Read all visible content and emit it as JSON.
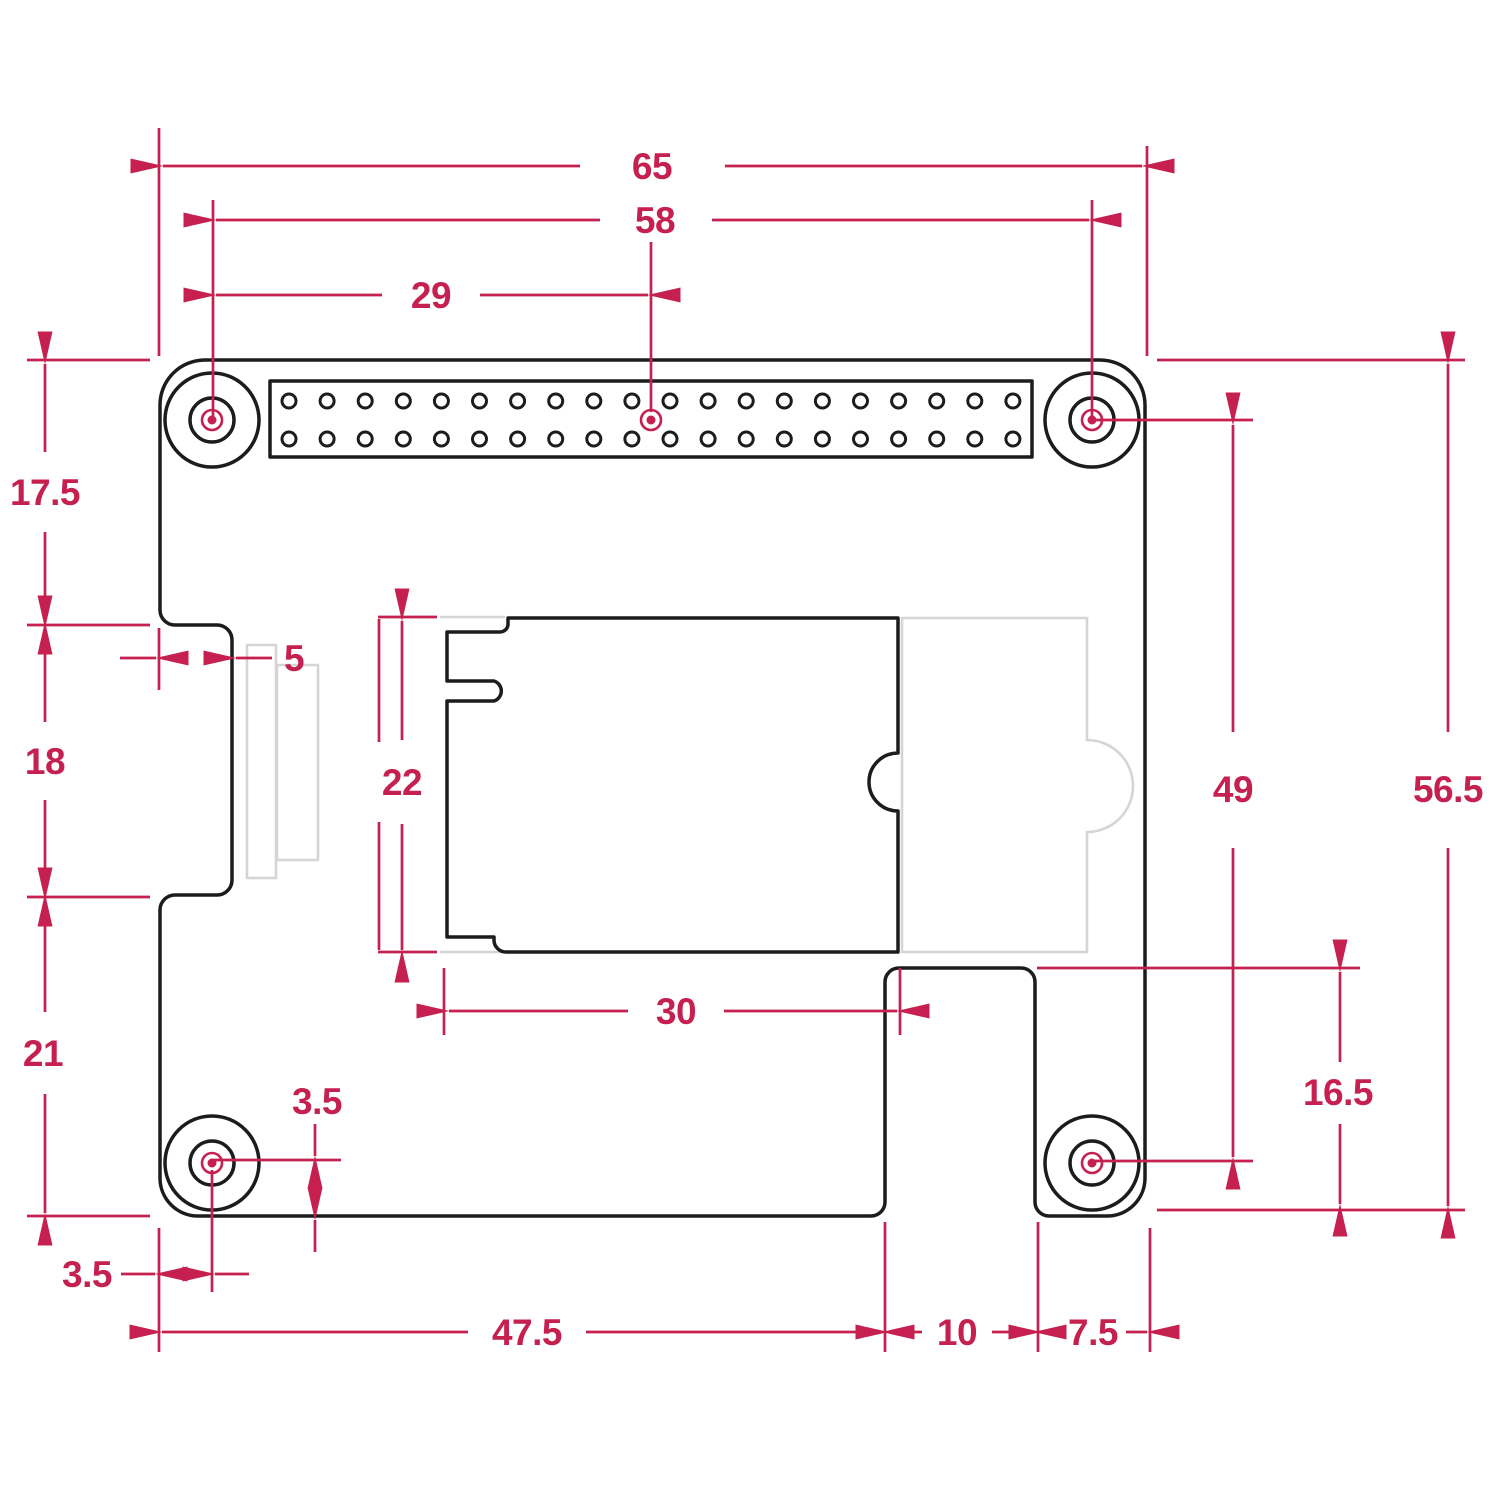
{
  "colors": {
    "accent": "#C5204F",
    "outline": "#1C1C1C",
    "ghost": "#D5D5D5",
    "background": "#FFFFFF"
  },
  "gpio_header": {
    "rows": 2,
    "cols": 20
  },
  "dims": {
    "overall_width": "65",
    "hole_spacing_x": "58",
    "left_hole_to_header_center": "29",
    "top_edge_to_notch": "17.5",
    "notch_height": "18",
    "notch_to_bottom_edge": "21",
    "connector_offset": "5",
    "jack_height": "22",
    "jack_width": "30",
    "hole_to_bottom_edge": "3.5",
    "hole_to_left_edge": "3.5",
    "left_edge_to_cutout": "47.5",
    "cutout_width": "10",
    "cutout_to_right_edge": "7.5",
    "hole_spacing_y": "49",
    "cutout_height": "16.5",
    "overall_height": "56.5"
  }
}
